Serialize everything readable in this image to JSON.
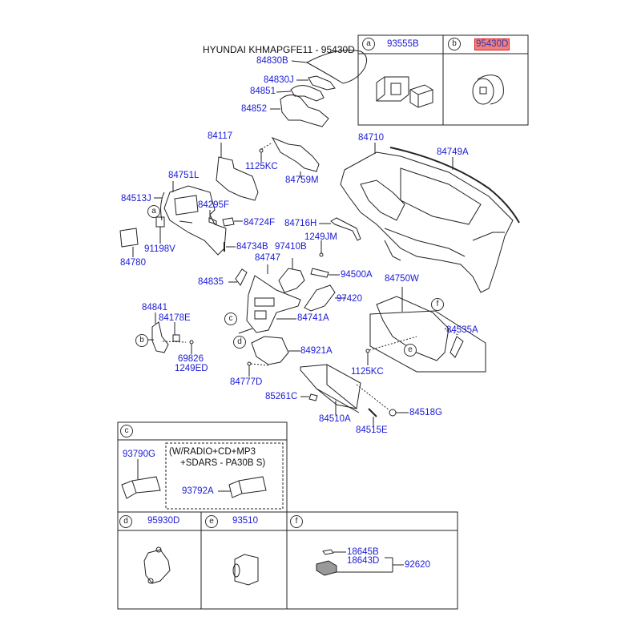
{
  "title": "HYUNDAI KHMAPGFE11 - 95430D",
  "highlight_color": "#f08080",
  "label_color": "#1a1ad6",
  "main_labels": {
    "p84830B": "84830B",
    "p84830J": "84830J",
    "p84851": "84851",
    "p84852": "84852",
    "p84117": "84117",
    "p1125KC_a": "1125KC",
    "p84759M": "84759M",
    "p84710": "84710",
    "p84749A": "84749A",
    "p84751L": "84751L",
    "p84513J": "84513J",
    "p84295F": "84295F",
    "p84724F": "84724F",
    "p84716H": "84716H",
    "p1249JM": "1249JM",
    "p91198V": "91198V",
    "p84780": "84780",
    "p84734B": "84734B",
    "p97410B": "97410B",
    "p84747": "84747",
    "p84835": "84835",
    "p94500A": "94500A",
    "p84750W": "84750W",
    "p97420": "97420",
    "p84741A": "84741A",
    "p84841": "84841",
    "p84178E": "84178E",
    "p69826": "69826",
    "p1249ED": "1249ED",
    "p84921A": "84921A",
    "p84535A": "84535A",
    "p1125KC_b": "1125KC",
    "p84777D": "84777D",
    "p85261C": "85261C",
    "p84510A": "84510A",
    "p84518G": "84518G",
    "p84515E": "84515E"
  },
  "callouts": {
    "a": "a",
    "b": "b",
    "c": "c",
    "d": "d",
    "e": "e",
    "f": "f"
  },
  "detail_boxes": {
    "a": {
      "letter": "a",
      "part": "93555B"
    },
    "b": {
      "letter": "b",
      "part": "95430D",
      "highlighted": true
    },
    "c": {
      "letter": "c",
      "part1": "93790G",
      "note_line1": "(W/RADIO+CD+MP3",
      "note_line2": "+SDARS - PA30B S)",
      "part2": "93792A"
    },
    "d": {
      "letter": "d",
      "part": "95930D"
    },
    "e": {
      "letter": "e",
      "part": "93510"
    },
    "f": {
      "letter": "f",
      "part1": "18645B",
      "part2": "18643D",
      "assembly": "92620"
    }
  }
}
